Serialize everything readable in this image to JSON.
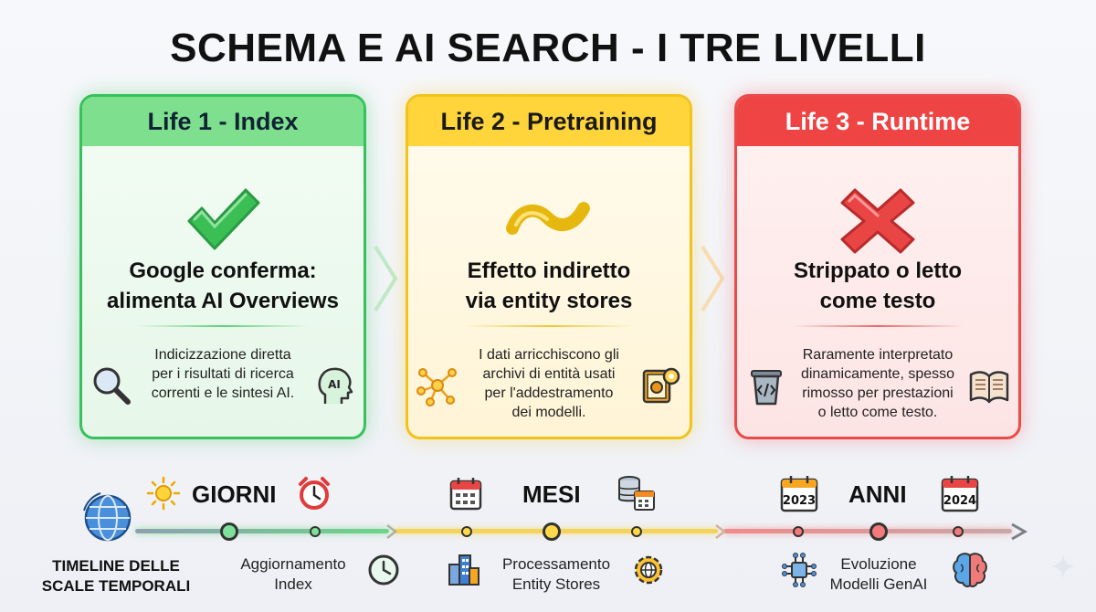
{
  "title": "SCHEMA E AI SEARCH - I TRE LIVELLI",
  "cards": [
    {
      "header": "Life 1 - Index",
      "status_icon": "check-icon",
      "color": "#36c15a",
      "headline": [
        "Google conferma:",
        "alimenta AI Overviews"
      ],
      "description": [
        "Indicizzazione diretta",
        "per i risultati di ricerca",
        "correnti e le sintesi AI."
      ],
      "left_icon": "magnifier-icon",
      "right_icon": "ai-head-icon",
      "right_icon_text": "AI"
    },
    {
      "header": "Life 2 - Pretraining",
      "status_icon": "tilde-icon",
      "color": "#f2c31b",
      "headline": [
        "Effetto indiretto",
        "via entity stores"
      ],
      "description": [
        "I dati arricchiscono gli",
        "archivi di entità usati",
        "per l'addestramento",
        "dei modelli."
      ],
      "left_icon": "network-graph-icon",
      "right_icon": "book-gear-icon"
    },
    {
      "header": "Life 3 - Runtime",
      "status_icon": "cross-icon",
      "color": "#ea4a4a",
      "headline": [
        "Strippato o letto",
        "come testo"
      ],
      "description": [
        "Raramente interpretato",
        "dinamicamente, spesso",
        "rimosso per prestazioni",
        "o letto come testo."
      ],
      "left_icon": "trash-code-icon",
      "right_icon": "open-book-icon"
    }
  ],
  "timeline": {
    "title": [
      "TIMELINE DELLE",
      "SCALE TEMPORALI"
    ],
    "segments": [
      {
        "label": "GIORNI",
        "sub": [
          "Aggiornamento",
          "Index"
        ],
        "color": "#5fd37a",
        "icons": [
          "sun-icon",
          "alarm-clock-icon",
          "clock-icon"
        ]
      },
      {
        "label": "MESI",
        "sub": [
          "Processamento",
          "Entity Stores"
        ],
        "color": "#f3d35a",
        "icons": [
          "calendar-icon",
          "database-calendar-icon",
          "buildings-icon",
          "gear-globe-icon"
        ]
      },
      {
        "label": "ANNI",
        "sub": [
          "Evoluzione",
          "Modelli GenAI"
        ],
        "color": "#ef7b7b",
        "icons": [
          "calendar-2023-icon",
          "calendar-2024-icon",
          "chip-icon",
          "brain-icon"
        ],
        "years": [
          "2023",
          "2024"
        ]
      }
    ]
  }
}
